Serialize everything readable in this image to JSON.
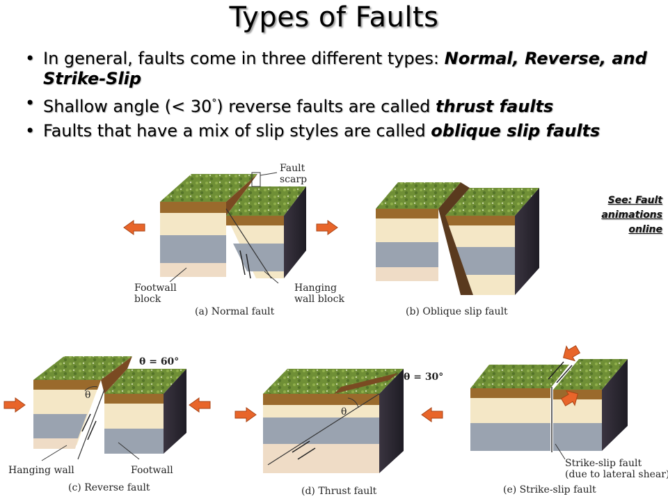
{
  "title": "Types of Faults",
  "bullets": [
    {
      "text": "In general, faults come in three different types: ",
      "emphasis": "Normal, Reverse, and Strike-Slip",
      "tail": ""
    },
    {
      "text": "Shallow angle (< 30",
      "sup": "°",
      "after_sup": ") reverse faults are called ",
      "emphasis": "thrust faults",
      "tail": ""
    },
    {
      "text": "Faults that have a mix of slip styles are called ",
      "emphasis": "oblique slip faults",
      "tail": ""
    }
  ],
  "see_note": {
    "line1": "See: Fault",
    "line2": "animations",
    "line3": "online"
  },
  "figures": {
    "normal": {
      "caption": "(a) Normal fault",
      "label_scarp_1": "Fault",
      "label_scarp_2": "scarp",
      "label_footwall_1": "Footwall",
      "label_footwall_2": "block",
      "label_hanging_1": "Hanging",
      "label_hanging_2": "wall block"
    },
    "oblique": {
      "caption": "(b) Oblique slip fault"
    },
    "reverse": {
      "caption": "(c) Reverse fault",
      "angle": "θ = 60°",
      "theta": "θ",
      "label_hanging": "Hanging wall",
      "label_footwall": "Footwall"
    },
    "thrust": {
      "caption": "(d) Thrust fault",
      "angle": "θ = 30°",
      "theta": "θ"
    },
    "strike_slip": {
      "caption": "(e) Strike-slip fault",
      "label_1": "Strike-slip fault",
      "label_2": "(due to lateral shear)"
    }
  },
  "colors": {
    "arrow": "#e8652a",
    "grass": "#6f8f36",
    "soil": "#9a6a2c",
    "sand": "#f4e7c6",
    "shale": "#9aa3b0",
    "base": "#efdcc6",
    "side_dark": "#2c2a33"
  }
}
